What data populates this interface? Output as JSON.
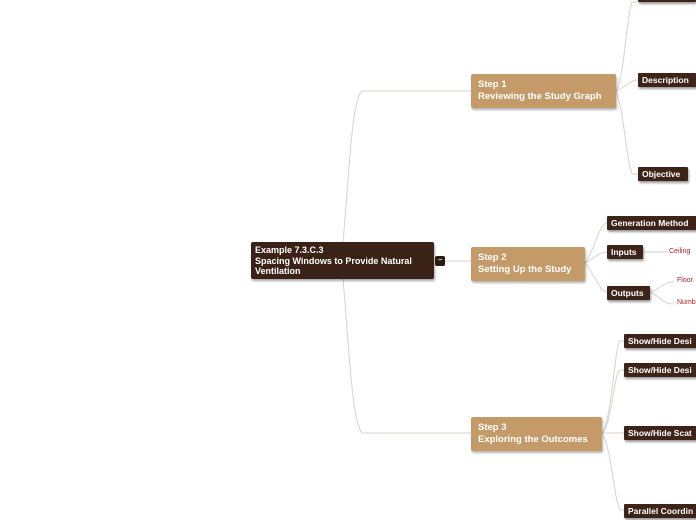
{
  "root": {
    "line1": "Example 7.3.C.3",
    "line2": "Spacing Windows to Provide Natural",
    "line3": "Ventilation"
  },
  "collapse_icon": "collapse-toggle-icon",
  "steps": [
    {
      "title": "Step 1",
      "subtitle": "Reviewing the Study Graph"
    },
    {
      "title": "Step 2",
      "subtitle": "Setting Up the Study"
    },
    {
      "title": "Step 3",
      "subtitle": "Exploring the Outcomes"
    }
  ],
  "step1_topics": {
    "description": "Description",
    "objective": "Objective"
  },
  "step2_topics": {
    "generation_method": "Generation Method",
    "inputs": "Inputs",
    "outputs": "Outputs"
  },
  "step2_leaves": {
    "ceiling": "Ceiling",
    "floor": "Floor",
    "numb": "Numb"
  },
  "step3_topics": [
    "Show/Hide Desi",
    "Show/Hide Desi",
    "Show/Hide Scat",
    "Parallel Coordin"
  ],
  "colors": {
    "root": "#3b2216",
    "step": "#c49a68",
    "topic": "#3e2418",
    "leaf": "#b01e1e",
    "line": "#d8d2cc"
  }
}
